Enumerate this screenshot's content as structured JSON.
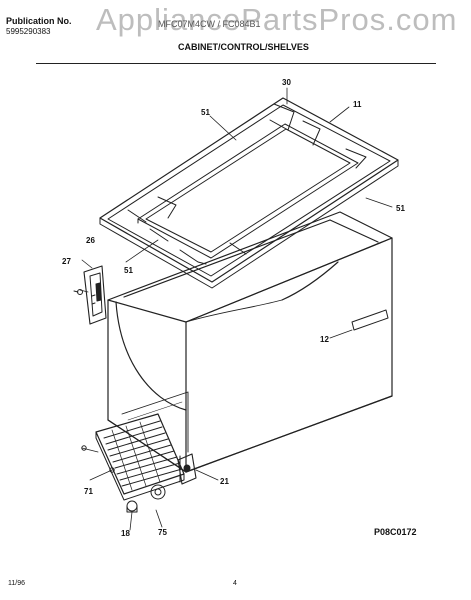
{
  "header": {
    "publication_label": "Publication No.",
    "publication_number": "5995290383",
    "model_text": "MFC07M4CW / FC084B1",
    "watermark": "AppliancePartsPros.com",
    "section_title": "CABINET/CONTROL/SHELVES"
  },
  "callouts": [
    {
      "id": "30",
      "label": "30"
    },
    {
      "id": "11",
      "label": "11"
    },
    {
      "id": "51a",
      "label": "51"
    },
    {
      "id": "51b",
      "label": "51"
    },
    {
      "id": "51c",
      "label": "51"
    },
    {
      "id": "26",
      "label": "26"
    },
    {
      "id": "27",
      "label": "27"
    },
    {
      "id": "12",
      "label": "12"
    },
    {
      "id": "21",
      "label": "21"
    },
    {
      "id": "71",
      "label": "71"
    },
    {
      "id": "18",
      "label": "18"
    },
    {
      "id": "75",
      "label": "75"
    }
  ],
  "footer": {
    "diagram_code": "P08C0172",
    "date": "11/96",
    "page": "4"
  }
}
